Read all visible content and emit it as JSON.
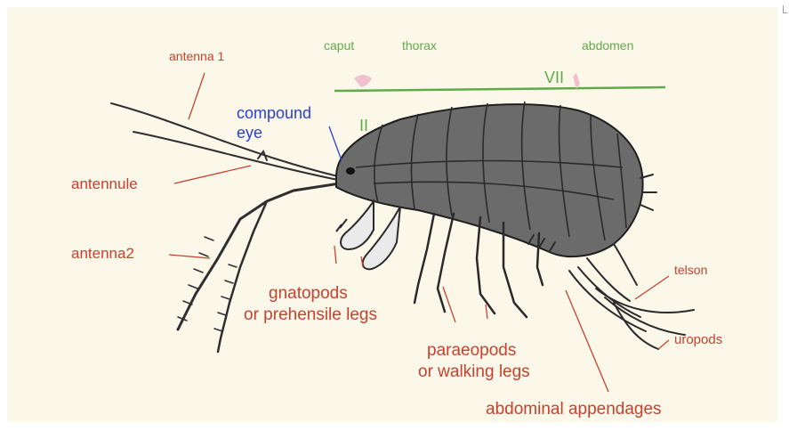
{
  "regions": {
    "caput": "caput",
    "thorax": "thorax",
    "abdomen": "abdomen",
    "segment_vii": "VII",
    "segment_ii": "II"
  },
  "labels": {
    "antenna1": "antenna 1",
    "compound_eye_line1": "compound",
    "compound_eye_line2": "eye",
    "antennule": "antennule",
    "antenna2": "antenna2",
    "gnatopods_line1": "gnatopods",
    "gnatopods_line2": "or prehensile legs",
    "paraeopods_line1": "paraeopods",
    "paraeopods_line2": "or walking legs",
    "abdominal_appendages": "abdominal appendages",
    "telson": "telson",
    "uropods": "uropods"
  },
  "colors": {
    "label_red": "#c8412f",
    "region_green": "#62a94a",
    "eye_blue": "#2a3fd6",
    "background": "#fbf8ea",
    "ink": "#2f2f2f"
  }
}
